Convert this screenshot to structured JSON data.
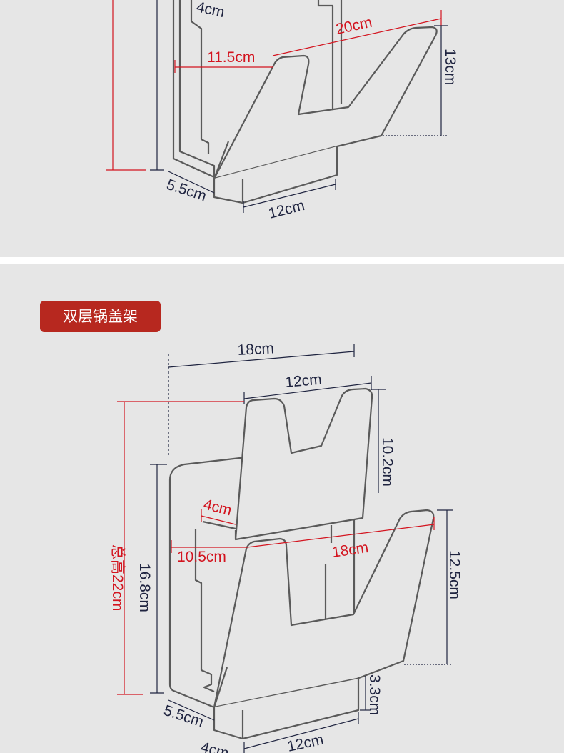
{
  "colors": {
    "background": "#e6e6e6",
    "divider": "#ffffff",
    "badge": "#b7281f",
    "badge_text": "#ffffff",
    "outline": "#555555",
    "dimension_dark": "#1f2440",
    "dimension_red": "#d3141f"
  },
  "section_title": "双层锅盖架",
  "top_rack": {
    "dims": {
      "side_depth": "4cm",
      "diagonal_width": "20cm",
      "inner_span": "11.5cm",
      "height": "13cm",
      "base_depth": "5.5cm",
      "base_width": "12cm"
    }
  },
  "bottom_rack": {
    "dims": {
      "overall_width": "18cm",
      "upper_tray_width": "12cm",
      "upper_tray_height": "10.2cm",
      "upper_side_depth": "4cm",
      "lower_span": "10.5cm",
      "lower_tray_width": "18cm",
      "lower_tray_height": "12.5cm",
      "total_height": "总高22cm",
      "back_height": "16.8cm",
      "base_height": "3.3cm",
      "base_depth": "5.5cm",
      "bottom_side_depth": "4cm",
      "base_width": "12cm"
    }
  }
}
